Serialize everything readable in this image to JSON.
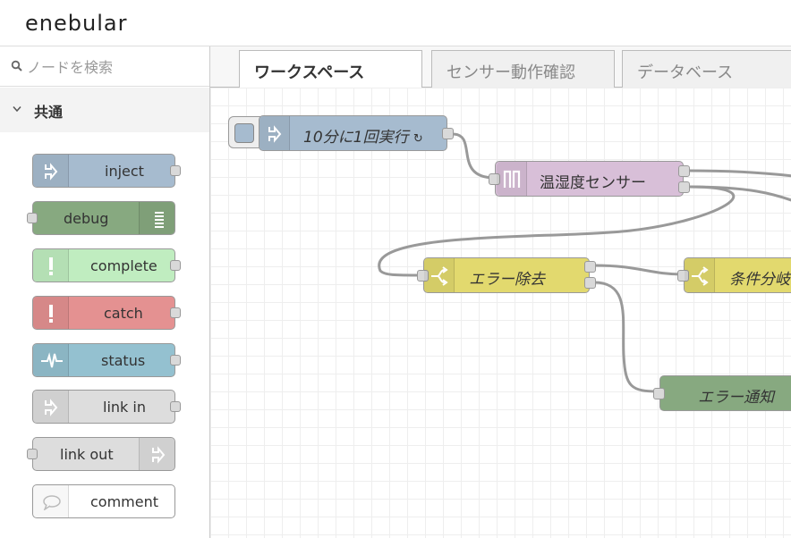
{
  "app": {
    "logo": "enebular"
  },
  "palette": {
    "search_placeholder": "ノードを検索",
    "category": "共通",
    "nodes": [
      {
        "label": "inject",
        "color": "#a6bbcf",
        "icon": "arrow-in-icon"
      },
      {
        "label": "debug",
        "color": "#87a980",
        "icon": "list-icon"
      },
      {
        "label": "complete",
        "color": "#c0edc0",
        "icon": "exclamation-icon"
      },
      {
        "label": "catch",
        "color": "#e49191",
        "icon": "exclamation-icon"
      },
      {
        "label": "status",
        "color": "#94c1d0",
        "icon": "pulse-icon"
      },
      {
        "label": "link in",
        "color": "#dddddd",
        "icon": "link-in-icon"
      },
      {
        "label": "link out",
        "color": "#dddddd",
        "icon": "link-out-icon"
      },
      {
        "label": "comment",
        "color": "#ffffff",
        "icon": "comment-icon"
      }
    ]
  },
  "tabs": [
    {
      "label": "ワークスペース",
      "active": true
    },
    {
      "label": "センサー動作確認",
      "active": false
    },
    {
      "label": "データベース",
      "active": false
    }
  ],
  "flow": {
    "nodes": [
      {
        "label": "10分に1回実行",
        "suffix": "↻",
        "color": "#a6bbcf",
        "type": "inject"
      },
      {
        "label": "温湿度センサー",
        "color": "#d8bfd8",
        "type": "subflow"
      },
      {
        "label": "エラー除去",
        "color": "#e2d96e",
        "type": "switch"
      },
      {
        "label": "条件分岐",
        "color": "#e2d96e",
        "type": "switch"
      },
      {
        "label": "エラー通知",
        "color": "#87a980",
        "type": "function"
      }
    ]
  }
}
